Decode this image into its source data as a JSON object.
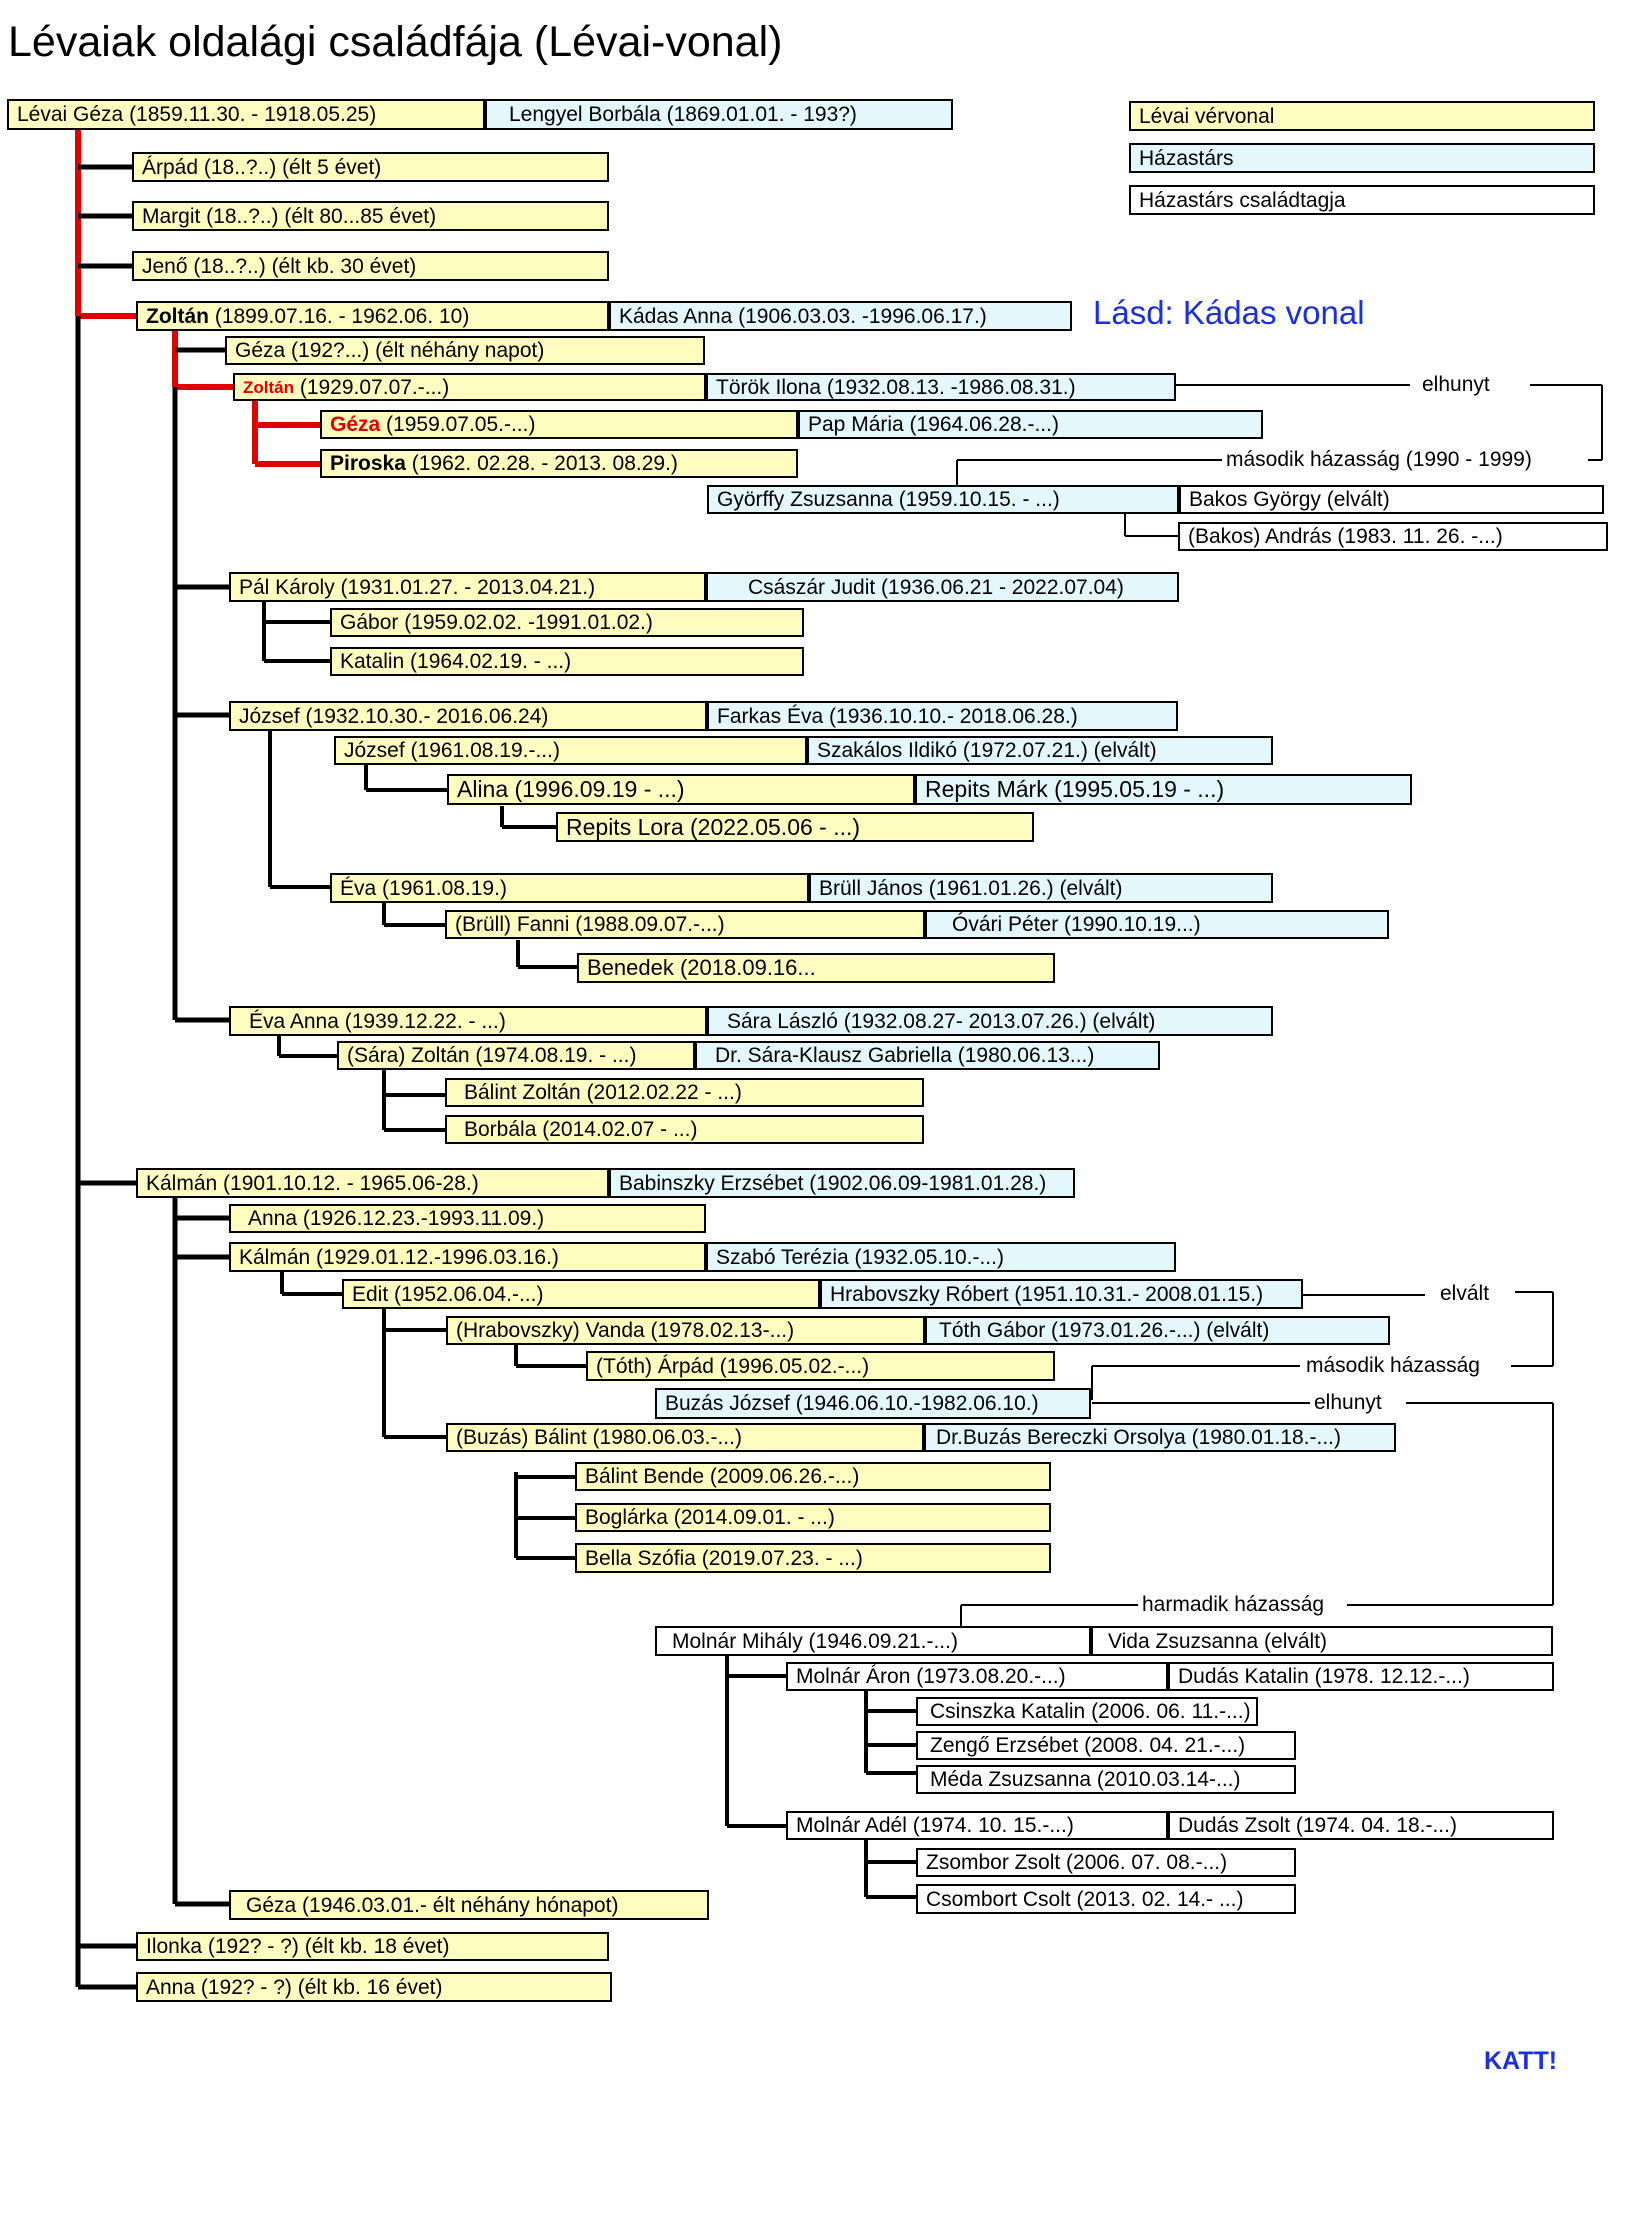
{
  "title": "Lévaiak oldalági családfája (Lévai-vonal)",
  "legend": [
    {
      "label": "Lévai vérvonal",
      "kind": "blood"
    },
    {
      "label": "Házastárs",
      "kind": "spouse"
    },
    {
      "label": "Házastárs családtagja",
      "kind": "fam"
    }
  ],
  "link_text": "Lásd: Kádas vonal",
  "katt_label": "KATT!",
  "notes": {
    "elhunyt_1": "elhunyt",
    "masodik_1": "második házasság (1990 - 1999)",
    "elvalt_2": "elvált",
    "masodik_2": "második házasság",
    "elhunyt_2": "elhunyt",
    "harmadik": "harmadik házasság"
  },
  "persons": {
    "geza_sr": "Lévai Géza (1859.11.30. - 1918.05.25)",
    "lengyel_borbala": "Lengyel Borbála (1869.01.01. - 193?)",
    "arpad": "Árpád (18..?..) (élt 5 évet)",
    "margit": "Margit (18..?..) (élt 80...85 évet)",
    "jeno": "Jenő (18..?..) (élt kb. 30 évet)",
    "zoltan_name": "Zoltán",
    "zoltan_dates": " (1899.07.16. - 1962.06. 10)",
    "kadas_anna": "Kádas Anna (1906.03.03. -1996.06.17.)",
    "geza_192": "Géza (192?...) (élt néhány napot)",
    "zoltan2_name": "Zoltán",
    "zoltan2_dates": " (1929.07.07.-...)",
    "torok_ilona": "Török Ilona (1932.08.13. -1986.08.31.)",
    "geza_1959_name": "Géza",
    "geza_1959_dates": " (1959.07.05.-...)",
    "pap_maria": "Pap Mária (1964.06.28.-...)",
    "piroska_name": "Piroska",
    "piroska_dates": " (1962. 02.28. - 2013. 08.29.)",
    "gyorffy": "Györffy Zsuzsanna (1959.10.15. - ...)",
    "bakos_gyorgy": "Bakos György (elvált)",
    "bakos_andras": "(Bakos) András (1983. 11. 26. -...)",
    "pal_karoly": "Pál Károly (1931.01.27. - 2013.04.21.)",
    "csaszar_judit": "Császár Judit (1936.06.21 - 2022.07.04)",
    "gabor": "Gábor (1959.02.02. -1991.01.02.)",
    "katalin": "Katalin (1964.02.19. - ...)",
    "jozsef_1932": "József (1932.10.30.- 2016.06.24)",
    "farkas_eva": "Farkas Éva (1936.10.10.- 2018.06.28.)",
    "jozsef_1961": "József (1961.08.19.-...)",
    "szakalos": "Szakálos Ildikó (1972.07.21.) (elvált)",
    "alina": "Alina (1996.09.19 - ...)",
    "repits_mark": "Repits Márk (1995.05.19 - ...)",
    "repits_lora": "Repits Lora (2022.05.06 - ...)",
    "eva_1961": "Éva (1961.08.19.)",
    "brull_janos": "Brüll János (1961.01.26.) (elvált)",
    "brull_fanni": "(Brüll) Fanni (1988.09.07.-...)",
    "ovari_peter": "Óvári Péter (1990.10.19...)",
    "benedek": "Benedek (2018.09.16...",
    "eva_anna": "Éva Anna (1939.12.22. - ...)",
    "sara_laszlo": "Sára László (1932.08.27- 2013.07.26.) (elvált)",
    "sara_zoltan": "(Sára) Zoltán (1974.08.19. - ...)",
    "sara_klausz": "Dr. Sára-Klausz Gabriella (1980.06.13...)",
    "balint_zoltan": "Bálint Zoltán (2012.02.22 - ...)",
    "borbala_2014": "Borbála (2014.02.07 - ...)",
    "kalman_1901": "Kálmán (1901.10.12. - 1965.06-28.)",
    "babinszky": "Babinszky Erzsébet (1902.06.09-1981.01.28.)",
    "anna_1926": "Anna (1926.12.23.-1993.11.09.)",
    "kalman_1929": "Kálmán (1929.01.12.-1996.03.16.)",
    "szabo_terezia": "Szabó Terézia (1932.05.10.-...)",
    "edit": "Edit (1952.06.04.-...)",
    "hrabovszky_robert": "Hrabovszky Róbert (1951.10.31.- 2008.01.15.)",
    "hrabovszky_vanda": "(Hrabovszky) Vanda (1978.02.13-...)",
    "toth_gabor": "Tóth Gábor (1973.01.26.-...) (elvált)",
    "toth_arpad": "(Tóth) Árpád (1996.05.02.-...)",
    "buzas_jozsef": "Buzás József (1946.06.10.-1982.06.10.)",
    "buzas_balint": "(Buzás) Bálint (1980.06.03.-...)",
    "buzas_bereczki": "Dr.Buzás Bereczki Orsolya (1980.01.18.-...)",
    "balint_bende": "Bálint Bende (2009.06.26.-...)",
    "boglarka": "Boglárka (2014.09.01. - ...)",
    "bella_szofia": "Bella Szófia (2019.07.23. - ...)",
    "molnar_mihaly": "Molnár Mihály (1946.09.21.-...)",
    "vida_zsuzsanna": "Vida Zsuzsanna (elvált)",
    "molnar_aron": "Molnár Áron (1973.08.20.-...)",
    "dudas_katalin": "Dudás Katalin (1978. 12.12.-...)",
    "csinszka": "Csinszka Katalin (2006. 06. 11.-...)",
    "zengo": "Zengő Erzsébet (2008. 04. 21.-...)",
    "meda": "Méda Zsuzsanna (2010.03.14-...)",
    "molnar_adel": "Molnár Adél (1974. 10. 15.-...)",
    "dudas_zsolt": "Dudás Zsolt (1974. 04. 18.-...)",
    "zsombor": "Zsombor Zsolt (2006. 07. 08.-...)",
    "csombort": "Csombort Csolt (2013. 02. 14.- ...)",
    "geza_1946": "Géza (1946.03.01.- élt néhány hónapot)",
    "ilonka": "Ilonka (192? - ?) (élt kb. 18 évet)",
    "anna_192": "Anna (192? - ?) (élt kb. 16 évet)"
  }
}
